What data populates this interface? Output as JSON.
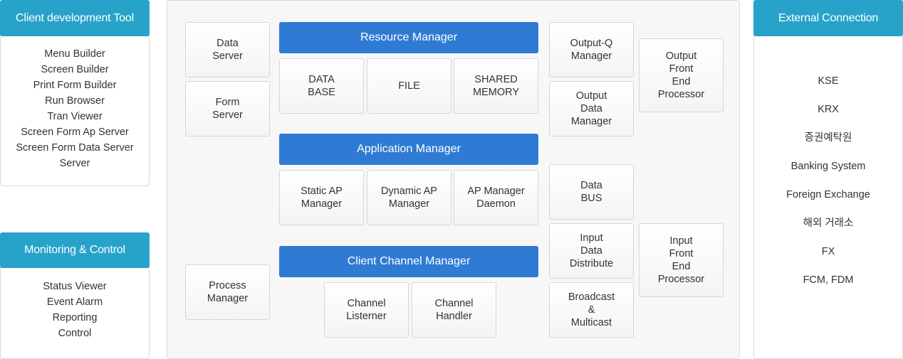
{
  "client_tool": {
    "title": "Client development Tool",
    "items": [
      "Menu Builder",
      "Screen Builder",
      "Print Form Builder",
      "Run Browser",
      "Tran Viewer",
      "Screen Form Ap Server",
      "Screen Form Data Server",
      "Server"
    ]
  },
  "monitoring": {
    "title": "Monitoring & Control",
    "items": [
      "Status Viewer",
      "Event Alarm",
      "Reporting",
      "Control"
    ]
  },
  "external": {
    "title": "External Connection",
    "items": [
      "KSE",
      "KRX",
      "증권예탁원",
      "Banking System",
      "Foreign Exchange",
      "해외 거래소",
      "FX",
      "FCM, FDM"
    ]
  },
  "core": {
    "data_server": "Data\nServer",
    "form_server": "Form\nServer",
    "process_manager": "Process\nManager",
    "resource_manager": {
      "title": "Resource Manager",
      "items": [
        "DATA\nBASE",
        "FILE",
        "SHARED\nMEMORY"
      ]
    },
    "application_manager": {
      "title": "Application Manager",
      "items": [
        "Static AP\nManager",
        "Dynamic AP\nManager",
        "AP Manager\nDaemon"
      ]
    },
    "client_channel_manager": {
      "title": "Client Channel Manager",
      "items": [
        "Channel\nListerner",
        "Channel\nHandler"
      ]
    },
    "output_q_manager": "Output-Q\nManager",
    "output_data_manager": "Output\nData\nManager",
    "output_front_end": "Output\nFront\nEnd\nProcessor",
    "data_bus": "Data\nBUS",
    "input_data_distribute": "Input\nData\nDistribute",
    "broadcast_multicast": "Broadcast\n&\nMulticast",
    "input_front_end": "Input\nFront\nEnd\nProcessor"
  }
}
